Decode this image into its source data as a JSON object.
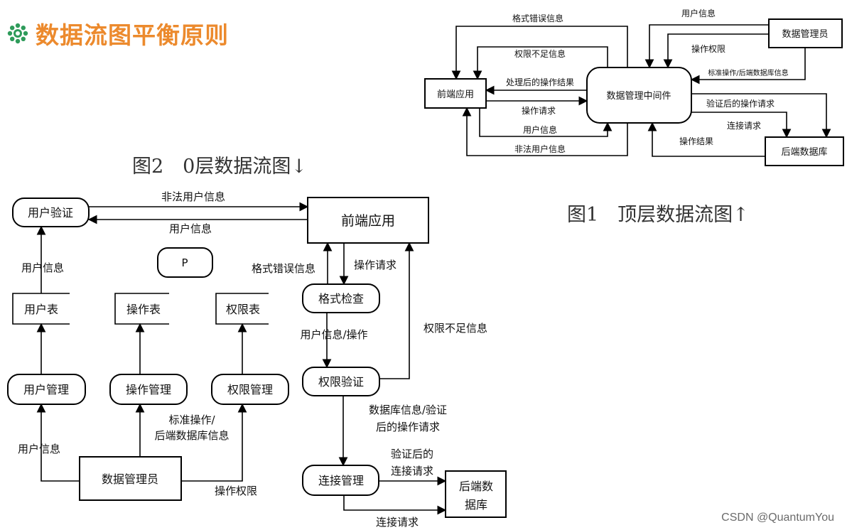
{
  "title": "数据流图平衡原则",
  "icon": "gear-flower-icon",
  "accent_color": "#ec8a2d",
  "fig1": {
    "caption": "图1　顶层数据流图↑",
    "nodes": {
      "frontend": "前端应用",
      "middleware": "数据管理中间件",
      "dba": "数据管理员",
      "backend_db": "后端数据库"
    },
    "edges": {
      "format_error": "格式错误信息",
      "perm_insufficient": "权限不足信息",
      "processed_result": "处理后的操作结果",
      "op_request": "操作请求",
      "user_info_in": "用户信息",
      "illegal_user": "非法用户信息",
      "dba_user_info": "用户信息",
      "dba_op_perm": "操作权限",
      "dba_standard_ops": "标准操作/后端数据库信息",
      "verified_op_request": "验证后的操作请求",
      "connect_request": "连接请求",
      "op_result": "操作结果"
    }
  },
  "fig2": {
    "caption": "图2　0层数据流图↓",
    "nodes": {
      "user_verify": "用户验证",
      "frontend": "前端应用",
      "p": "P",
      "user_table": "用户表",
      "op_table": "操作表",
      "perm_table": "权限表",
      "format_check": "格式检查",
      "perm_verify": "权限验证",
      "user_mgmt": "用户管理",
      "op_mgmt": "操作管理",
      "perm_mgmt": "权限管理",
      "dba": "数据管理员",
      "conn_mgmt": "连接管理",
      "backend_db_1": "后端数",
      "backend_db_2": "据库"
    },
    "edges": {
      "illegal_user": "非法用户信息",
      "user_info_back": "用户信息",
      "user_info_up": "用户信息",
      "format_error": "格式错误信息",
      "op_request": "操作请求",
      "user_info_op": "用户信息/操作",
      "perm_insufficient": "权限不足信息",
      "standard_ops_1": "标准操作/",
      "standard_ops_2": "后端数据库信息",
      "dba_user_info": "用户信息",
      "op_perm": "操作权限",
      "db_info_1": "数据库信息/验证",
      "db_info_2": "后的操作请求",
      "verified_conn_1": "验证后的",
      "verified_conn_2": "连接请求",
      "connect_request": "连接请求"
    }
  },
  "watermark": "CSDN @QuantumYou"
}
